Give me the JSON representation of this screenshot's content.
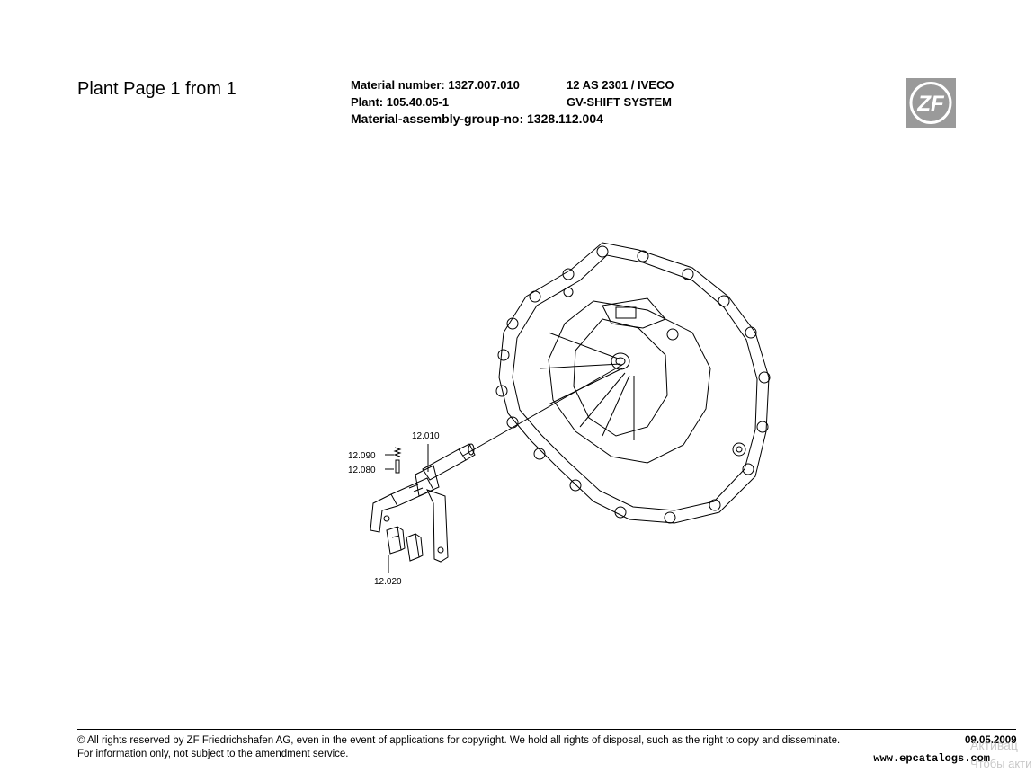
{
  "header": {
    "plant_page": "Plant Page 1 from 1",
    "material_number": "Material number: 1327.007.010",
    "plant": "Plant: 105.40.05-1",
    "assembly_group": "Material-assembly-group-no: 1328.112.004",
    "model": "12 AS 2301 / IVECO",
    "system": "GV-SHIFT SYSTEM"
  },
  "logo": {
    "text": "ZF",
    "color": "#9a9a9a"
  },
  "drawing": {
    "callouts": [
      "12.010",
      "12.090",
      "12.080",
      "12.020"
    ]
  },
  "footer": {
    "copyright": "© All rights reserved by ZF Friedrichshafen AG, even in the event of applications for copyright. We hold all rights of disposal, such as the right to copy and disseminate.",
    "info": "For information only, not subject to the amendment service.",
    "date": "09.05.2009",
    "website": "www.epcatalogs.com"
  },
  "watermark": {
    "line1": "Активац",
    "line2": "Чтобы акти"
  }
}
